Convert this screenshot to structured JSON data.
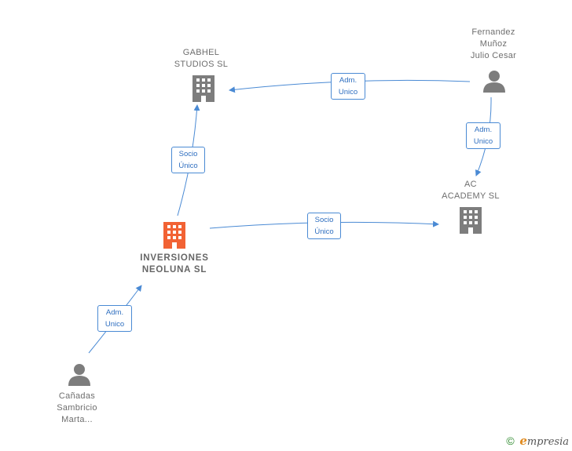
{
  "nodes": {
    "gabhel": {
      "label": "GABHEL\nSTUDIOS SL",
      "type": "company"
    },
    "fernandez": {
      "label": "Fernandez\nMuñoz\nJulio Cesar",
      "type": "person"
    },
    "ac_academy": {
      "label": "AC\nACADEMY  SL",
      "type": "company"
    },
    "inversiones": {
      "label": "INVERSIONES\nNEOLUNA  SL",
      "type": "company-main"
    },
    "canadas": {
      "label": "Cañadas\nSambricio\nMarta...",
      "type": "person"
    }
  },
  "edges": {
    "fernandez_gabhel": "Adm.\nUnico",
    "fernandez_ac": "Adm.\nUnico",
    "inversiones_gabhel": "Socio\nÚnico",
    "inversiones_ac": "Socio\nÚnico",
    "canadas_inversiones": "Adm.\nUnico"
  },
  "colors": {
    "edge": "#4a8ad4",
    "node": "#7d7d7d",
    "main_node": "#f26234"
  },
  "footer": {
    "copyright": "©",
    "brand_initial": "e",
    "brand_rest": "mpresia"
  }
}
